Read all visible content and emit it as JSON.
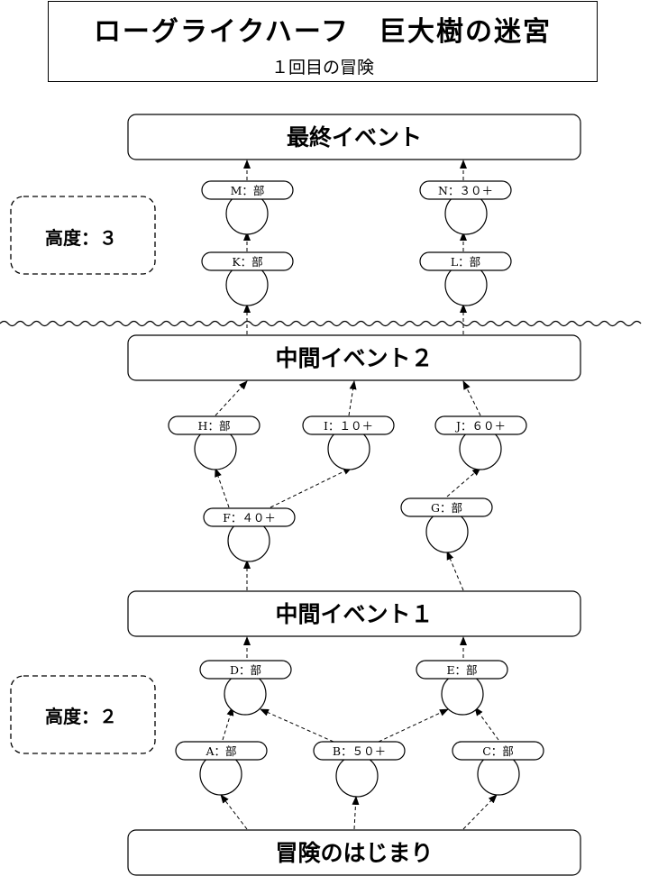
{
  "title": {
    "main": "ローグライクハーフ　巨大樹の迷宮",
    "sub": "１回目の冒険"
  },
  "events": {
    "final": "最終イベント",
    "mid2": "中間イベント２",
    "mid1": "中間イベント１",
    "start": "冒険のはじまり"
  },
  "altitude": {
    "high": "高度：３",
    "low": "高度：２"
  },
  "nodes": {
    "A": "A：部",
    "B": "B：５０＋",
    "C": "C：部",
    "D": "D：部",
    "E": "E：部",
    "F": "F：４０＋",
    "G": "G：部",
    "H": "H：部",
    "I": "I：１０＋",
    "J": "J：６０＋",
    "K": "K：部",
    "L": "L：部",
    "M": "M：部",
    "N": "N：３０＋"
  }
}
